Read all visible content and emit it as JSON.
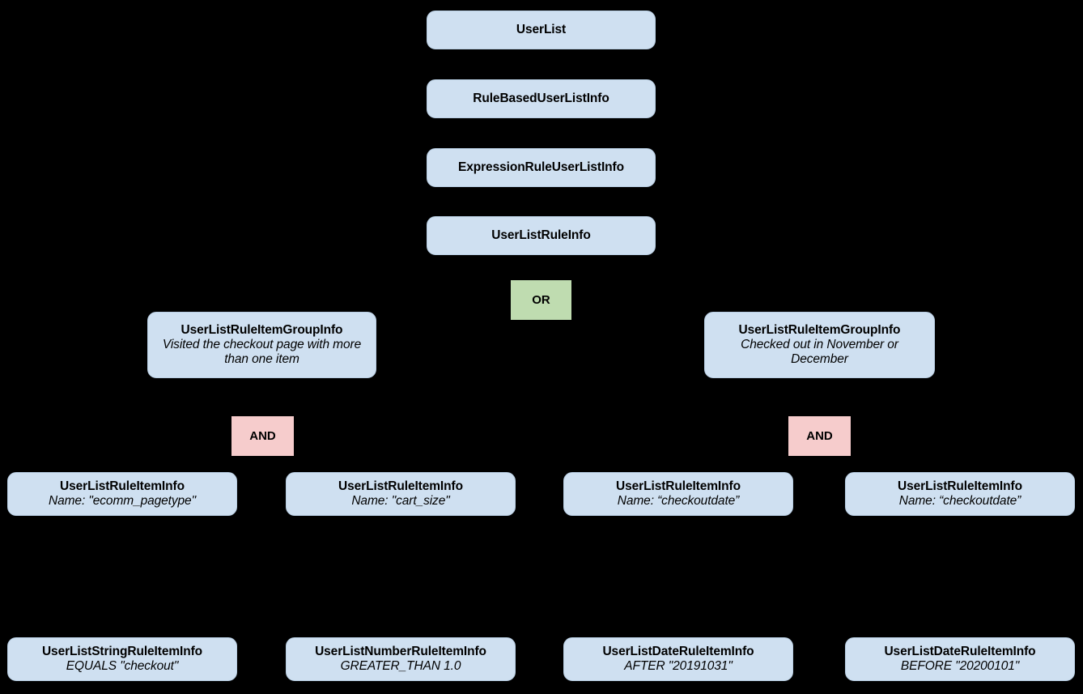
{
  "diagram": {
    "type": "hierarchy-tree",
    "background_color": "#000000",
    "entity_fill": "#cfe0f1",
    "entity_border": "#b9cfe4",
    "or_fill": "#bfdcb0",
    "and_fill": "#f6cccc",
    "edge_color": "#000000",
    "nodes": {
      "user_list": {
        "title": "UserList",
        "subtitle": ""
      },
      "rule_based_user_list_info": {
        "title": "RuleBasedUserListInfo",
        "subtitle": ""
      },
      "expression_rule_user_list_info": {
        "title": "ExpressionRuleUserListInfo",
        "subtitle": ""
      },
      "user_list_rule_info": {
        "title": "UserListRuleInfo",
        "subtitle": ""
      },
      "or_operator": {
        "label": "OR"
      },
      "and_operator_left": {
        "label": "AND"
      },
      "and_operator_right": {
        "label": "AND"
      },
      "group_left": {
        "title": "UserListRuleItemGroupInfo",
        "subtitle": "Visited the checkout page with more than one item"
      },
      "group_right": {
        "title": "UserListRuleItemGroupInfo",
        "subtitle": "Checked out in November or December"
      },
      "item_1": {
        "title": "UserListRuleItemInfo",
        "subtitle": "Name: \"ecomm_pagetype\""
      },
      "item_2": {
        "title": "UserListRuleItemInfo",
        "subtitle": "Name: \"cart_size\""
      },
      "item_3": {
        "title": "UserListRuleItemInfo",
        "subtitle": "Name: “checkoutdate”"
      },
      "item_4": {
        "title": "UserListRuleItemInfo",
        "subtitle": "Name: “checkoutdate”"
      },
      "leaf_1": {
        "title": "UserListStringRuleItemInfo",
        "subtitle": "EQUALS \"checkout\""
      },
      "leaf_2": {
        "title": "UserListNumberRuleItemInfo",
        "subtitle": "GREATER_THAN 1.0"
      },
      "leaf_3": {
        "title": "UserListDateRuleItemInfo",
        "subtitle": "AFTER \"20191031\""
      },
      "leaf_4": {
        "title": "UserListDateRuleItemInfo",
        "subtitle": "BEFORE \"20200101\""
      }
    }
  }
}
